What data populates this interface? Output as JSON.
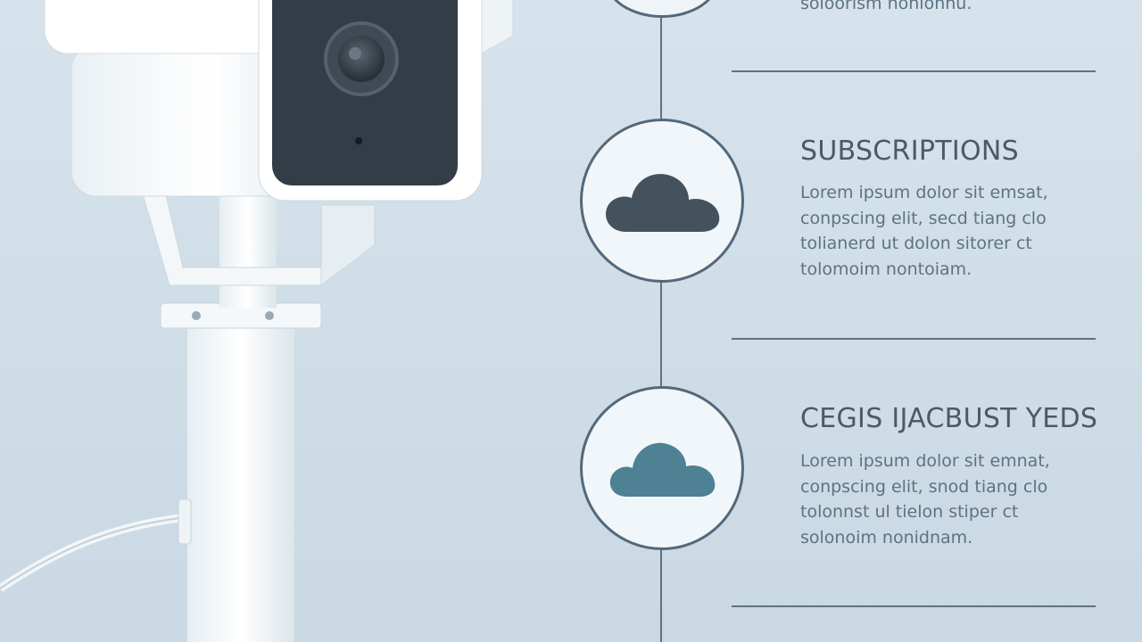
{
  "top_section": {
    "partial_text": "soloorism nonionnu."
  },
  "sections": [
    {
      "title": "SUBSCRIPTIONS",
      "icon": "cloud-icon",
      "icon_color": "#44525e",
      "lines": [
        "Lorem ipsum dolor sit emsat,",
        "conpscing elit, secd tiang clo",
        "tolianerd ut dolon sitorer ct",
        "tolomoim nontoiam."
      ]
    },
    {
      "title": "CEGIS IJACBUST YEDS",
      "icon": "cloud-icon",
      "icon_color": "#4d8193",
      "lines": [
        "Lorem ipsum dolor sit emnat,",
        "conpscing elit, snod tiang clo",
        "tolonnst ul tielon stiper ct",
        "solonoim nonidnam."
      ]
    }
  ],
  "colors": {
    "background": "#d3e0ea",
    "timeline": "#5e7280",
    "title": "#4b5a66",
    "body_text": "#5c7384"
  }
}
